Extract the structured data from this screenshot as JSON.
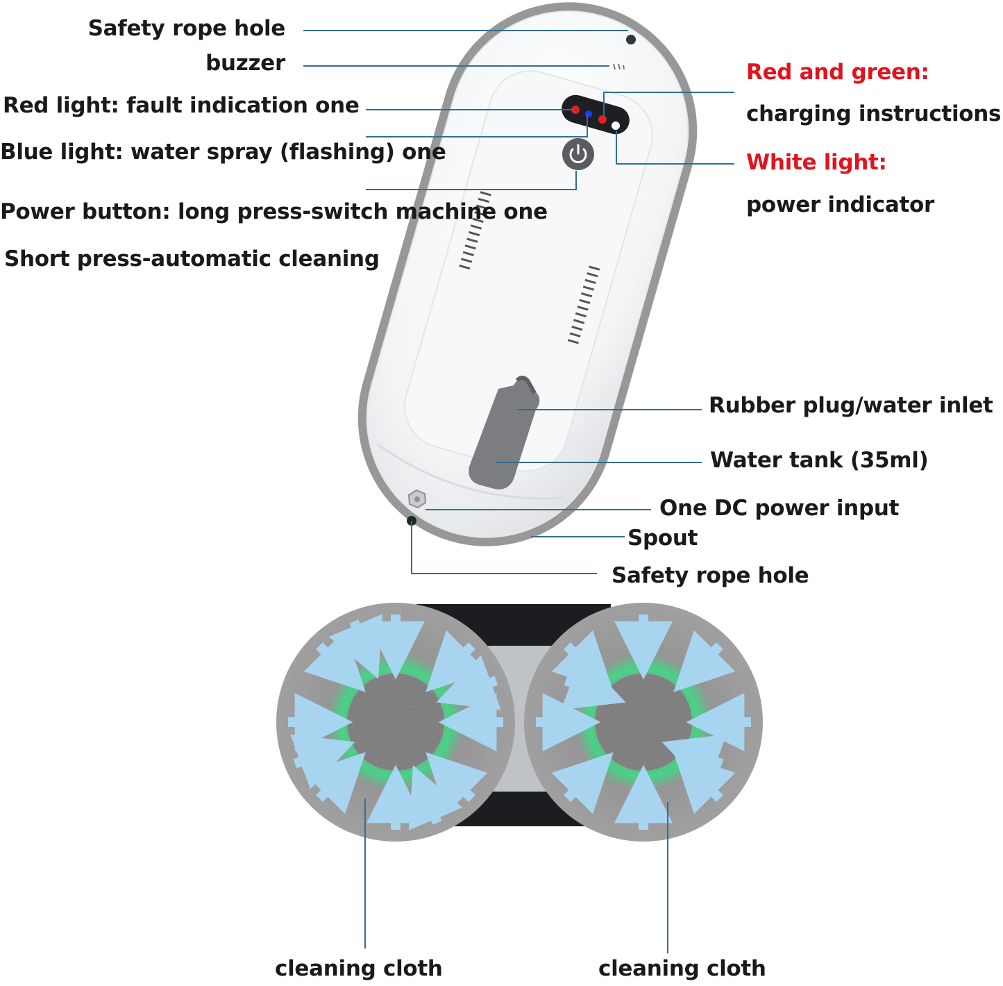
{
  "labels": {
    "safety_rope_hole_top": "Safety rope hole",
    "buzzer": "buzzer",
    "red_light": "Red light: fault indication one",
    "blue_light": "Blue light: water spray (flashing) one",
    "power_button": "Power button: long press-switch machine one",
    "short_press": "Short press-automatic cleaning",
    "red_green_title": "Red and green:",
    "red_green_desc": "charging instructions",
    "white_light_title": "White light:",
    "white_light_desc": "power indicator",
    "rubber_plug": "Rubber plug/water inlet",
    "water_tank": "Water tank (35ml)",
    "dc_input": "One DC power input",
    "spout": "Spout",
    "safety_rope_hole_bottom": "Safety rope hole",
    "cloth_left": "cleaning cloth",
    "cloth_right": "cleaning cloth"
  },
  "colors": {
    "leader_line": "#2f6f8f",
    "accent_red": "#e0141e",
    "pad_gray": "#8a8a8a",
    "ring_green": "#3ddc84",
    "arrow_blue": "#a9d8f5",
    "indicator_red": "#e32020",
    "indicator_blue": "#1f3bff"
  },
  "icons": {
    "power": "power-icon",
    "leds": "indicator-lights"
  }
}
